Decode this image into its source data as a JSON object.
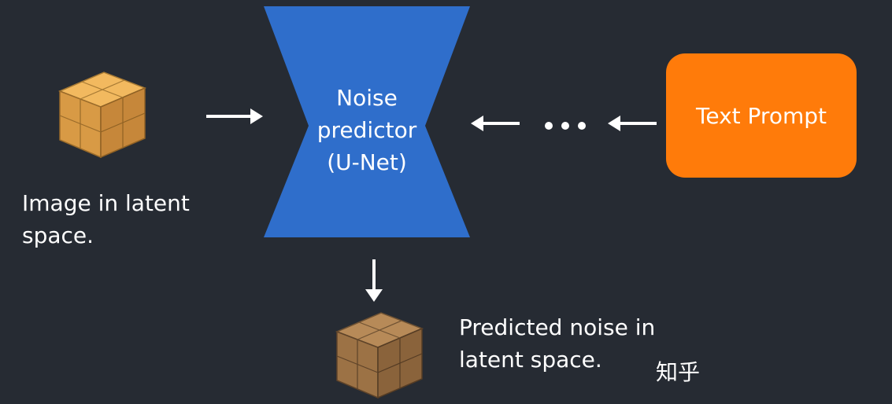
{
  "unet": {
    "line1": "Noise",
    "line2": "predictor",
    "line3": "(U-Net)",
    "color": "#2f6ecb"
  },
  "text_prompt": {
    "label": "Text Prompt",
    "color": "#ff7b0a"
  },
  "input_latent": {
    "line1": "Image in latent",
    "line2": "space."
  },
  "output_noise": {
    "line1": "Predicted noise in",
    "line2": "latent space."
  },
  "watermark": "知乎",
  "background": "#262b33"
}
